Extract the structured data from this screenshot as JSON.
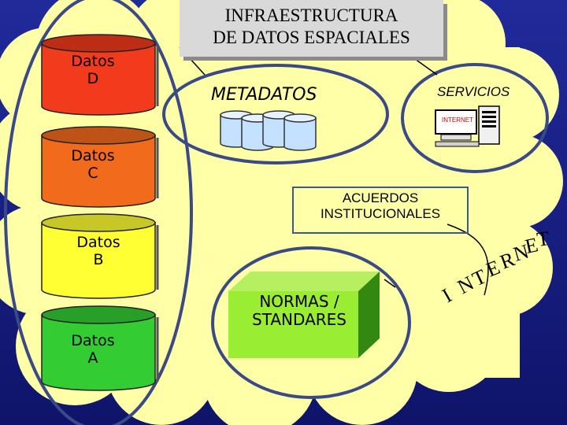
{
  "title": {
    "line1": "INFRAESTRUCTURA",
    "line2": "DE DATOS ESPACIALES"
  },
  "cylinders": [
    {
      "line1": "Datos",
      "line2": "D",
      "color": "#f23a1c"
    },
    {
      "line1": "Datos",
      "line2": "C",
      "color": "#f26a1c"
    },
    {
      "line1": "Datos",
      "line2": "B",
      "color": "#ffff33"
    },
    {
      "line1": "Datos",
      "line2": "A",
      "color": "#33cc33"
    }
  ],
  "metadatos": "METADATOS",
  "servicios": "SERVICIOS",
  "computer_screen_text": "INTERNET",
  "acuerdos": {
    "line1": "ACUERDOS",
    "line2": "INSTITUCIONALES"
  },
  "normas": {
    "line1": "NORMAS /",
    "line2": "STANDARES"
  },
  "internet_arc": [
    "I",
    "N",
    "T",
    "E",
    "R",
    "N",
    "E",
    "T"
  ],
  "colors": {
    "background": "#1a1f8a",
    "cloud": "#ffffa8",
    "box_front": "#99ee33",
    "box_side": "#338811",
    "db_icon": "#c4e2ff",
    "ellipse_stroke": "#3a4a86"
  }
}
